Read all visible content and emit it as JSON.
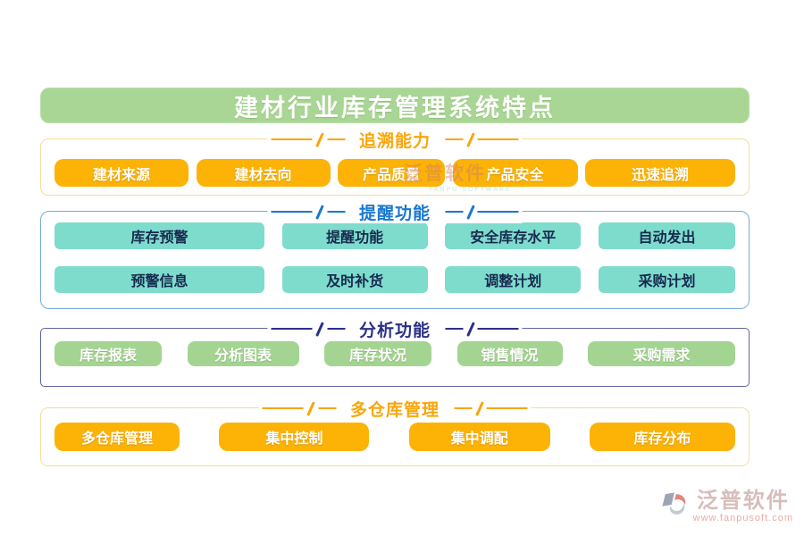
{
  "page_title": "建材行业库存管理系统特点",
  "sections": [
    {
      "title": "追溯能力",
      "items": [
        "建材来源",
        "建材去向",
        "产品质量",
        "产品安全",
        "迅速追溯"
      ]
    },
    {
      "title": "提醒功能",
      "rows": [
        [
          "库存预警",
          "提醒功能",
          "安全库存水平",
          "自动发出"
        ],
        [
          "预警信息",
          "及时补货",
          "调整计划",
          "采购计划"
        ]
      ]
    },
    {
      "title": "分析功能",
      "items": [
        "库存报表",
        "分析图表",
        "库存状况",
        "销售情况",
        "采购需求"
      ]
    },
    {
      "title": "多仓库管理",
      "items": [
        "多仓库管理",
        "集中控制",
        "集中调配",
        "库存分布"
      ]
    }
  ],
  "watermark": {
    "brand": "泛普软件",
    "sub": "FANPU SOFTWARE"
  },
  "footer_logo": {
    "brand": "泛普软件",
    "url": "www.fanpusoft.com"
  },
  "colors": {
    "title_bg": "#a9d694",
    "orange_button": "#fcb305",
    "teal_button": "#7edccd",
    "green_button": "#a4d492",
    "header_orange": "#f9a60a",
    "header_blue": "#1878d2",
    "header_navy": "#2b3087"
  }
}
